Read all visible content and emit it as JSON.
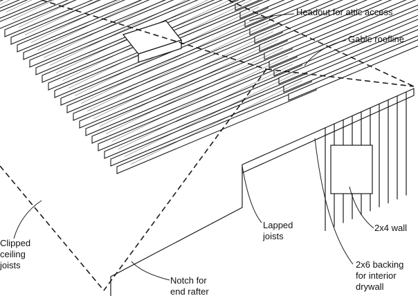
{
  "labels": {
    "headout": "Headout for attic access",
    "gable": "Gable roofline",
    "lapped": [
      "Lapped",
      "joists"
    ],
    "wall": "2x4 wall",
    "clipped": [
      "Clipped",
      "ceiling",
      "joists"
    ],
    "backing": [
      "2x6 backing",
      "for interior",
      "drywall"
    ],
    "notch": [
      "Notch for",
      "end rafter"
    ]
  },
  "colors": {
    "ink": "#1a1a1a",
    "wood": "#ffffff"
  }
}
